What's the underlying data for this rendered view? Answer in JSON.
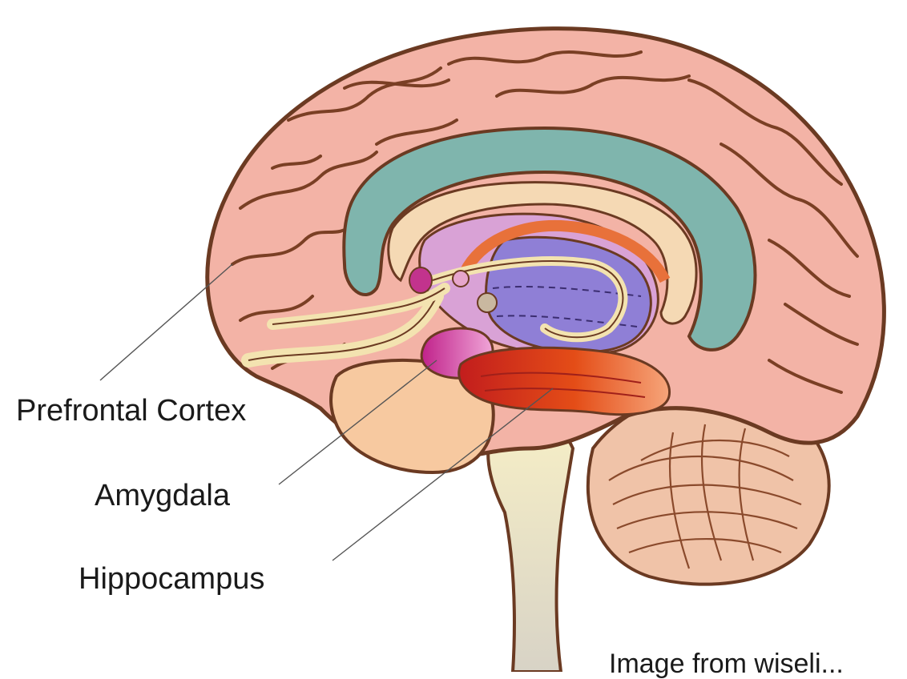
{
  "labels": {
    "prefrontal": "Prefrontal Cortex",
    "amygdala": "Amygdala",
    "hippocampus": "Hippocampus"
  },
  "caption": "Image from wiseli...",
  "colors": {
    "cortex": "#f3b3a6",
    "cortex_outline": "#6b3a22",
    "corpus_callosum": "#7fb5ad",
    "thalamus": "#b47fd0",
    "midbrain": "#f6e6b8",
    "cerebellum": "#f0c3a8",
    "amygdala": "#d4389a",
    "hippocampus": "#d9381f",
    "brainstem": "#f5ecc0",
    "temporal": "#f7c9a0"
  }
}
